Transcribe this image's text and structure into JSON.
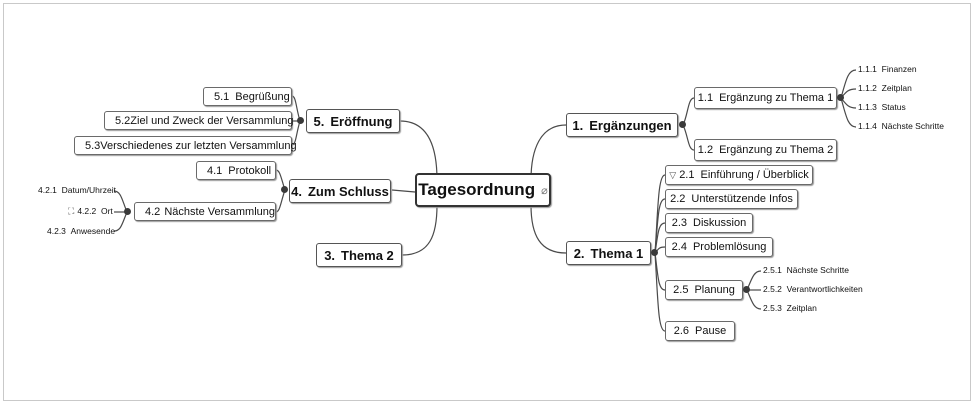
{
  "root": {
    "title": "Tagesordnung",
    "note_icon": "paperclip-icon",
    "note_glyph": "⌀"
  },
  "right": {
    "erg": {
      "num": "1.",
      "label": "Ergänzungen",
      "children": [
        {
          "num": "1.1",
          "label": "Ergänzung zu Thema 1",
          "leaves": [
            {
              "num": "1.1.1",
              "label": "Finanzen"
            },
            {
              "num": "1.1.2",
              "label": "Zeitplan"
            },
            {
              "num": "1.1.3",
              "label": "Status"
            },
            {
              "num": "1.1.4",
              "label": "Nächste Schritte"
            }
          ]
        },
        {
          "num": "1.2",
          "label": "Ergänzung zu Thema 2"
        }
      ]
    },
    "thema1": {
      "num": "2.",
      "label": "Thema 1",
      "children": [
        {
          "num": "2.1",
          "label": "Einführung / Überblick",
          "icon": "filter-icon",
          "glyph": "▽"
        },
        {
          "num": "2.2",
          "label": "Unterstützende Infos"
        },
        {
          "num": "2.3",
          "label": "Diskussion"
        },
        {
          "num": "2.4",
          "label": "Problemlösung"
        },
        {
          "num": "2.5",
          "label": "Planung",
          "leaves": [
            {
              "num": "2.5.1",
              "label": "Nächste Schritte"
            },
            {
              "num": "2.5.2",
              "label": "Verantwortlichkeiten"
            },
            {
              "num": "2.5.3",
              "label": "Zeitplan"
            }
          ]
        },
        {
          "num": "2.6",
          "label": "Pause"
        }
      ]
    }
  },
  "left": {
    "eroeffnung": {
      "num": "5.",
      "label": "Eröffnung",
      "children": [
        {
          "num": "5.1",
          "label": "Begrüßung"
        },
        {
          "num": "5.2",
          "label": "Ziel und Zweck der Versammlung"
        },
        {
          "num": "5.3",
          "label": "Verschiedenes zur letzten Versammlung"
        }
      ]
    },
    "schluss": {
      "num": "4.",
      "label": "Zum Schluss",
      "children": [
        {
          "num": "4.1",
          "label": "Protokoll"
        },
        {
          "num": "4.2",
          "label": "Nächste Versammlung",
          "leaves": [
            {
              "num": "4.2.1",
              "label": "Datum/Uhrzeit"
            },
            {
              "num": "4.2.2",
              "label": "Ort",
              "icon": "map-icon",
              "glyph": "⛶"
            },
            {
              "num": "4.2.3",
              "label": "Anwesende"
            }
          ]
        }
      ]
    },
    "thema2": {
      "num": "3.",
      "label": "Thema 2"
    }
  },
  "colors": {
    "line": "#4a4a4a",
    "border": "#6a6a6a",
    "frame": "#c9c9c9"
  }
}
